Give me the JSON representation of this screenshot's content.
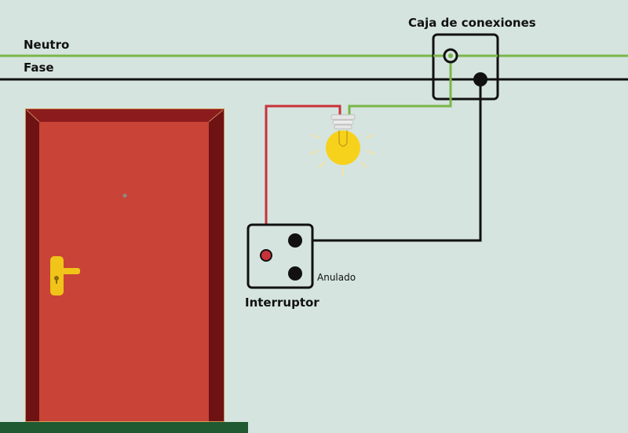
{
  "labels": {
    "neutro": "Neutro",
    "fase": "Fase",
    "caja": "Caja de conexiones",
    "interruptor": "Interruptor",
    "anulado": "Anulado"
  },
  "colors": {
    "background": "#d5e4df",
    "neutral_wire": "#7ab648",
    "phase_wire": "#111111",
    "return_wire": "#c8323a",
    "door": "#c94336",
    "door_frame": "#7b1618",
    "handle": "#f0c419",
    "bulb": "#f7d21c",
    "floor": "#1f5a30"
  },
  "icons": {
    "door": "door-icon",
    "bulb": "light-bulb-icon",
    "handle": "door-handle-icon"
  }
}
